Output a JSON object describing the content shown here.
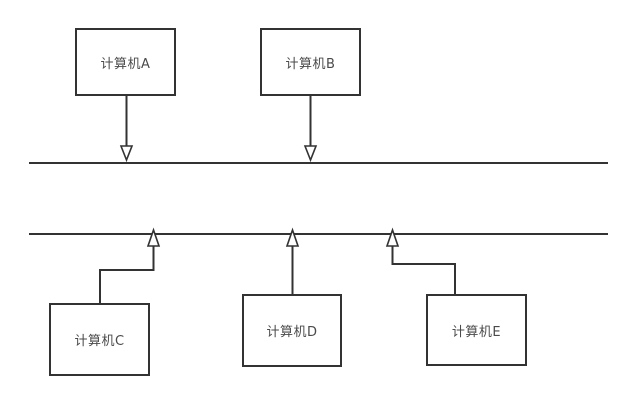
{
  "diagram": {
    "type": "bus-network-topology",
    "colors": {
      "stroke": "#333333",
      "text": "#4a4a4a",
      "background": "#ffffff",
      "arrow_fill": "#ffffff"
    },
    "nodes": [
      {
        "id": "computer-a",
        "label": "计算机A"
      },
      {
        "id": "computer-b",
        "label": "计算机B"
      },
      {
        "id": "computer-c",
        "label": "计算机C"
      },
      {
        "id": "computer-d",
        "label": "计算机D"
      },
      {
        "id": "computer-e",
        "label": "计算机E"
      }
    ],
    "buses": [
      {
        "id": "bus-top",
        "attached_nodes": "计算机A, 计算机B"
      },
      {
        "id": "bus-bottom",
        "attached_nodes": "计算机C, 计算机D, 计算机E"
      }
    ]
  }
}
